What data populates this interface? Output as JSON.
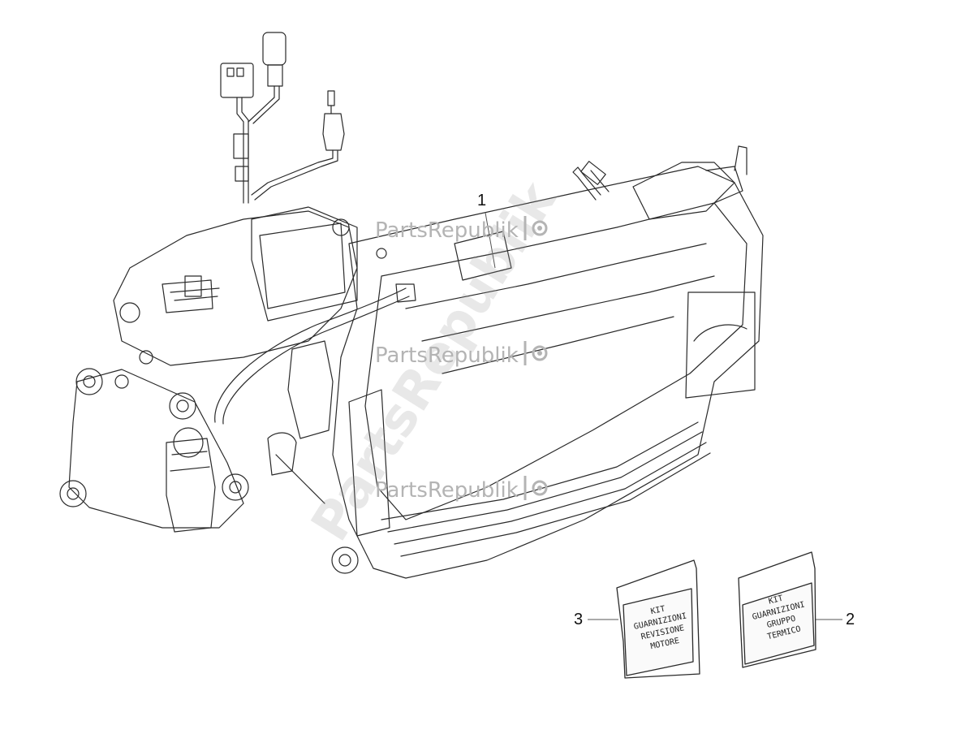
{
  "watermark": {
    "text": "PartsRepublik",
    "gear_icon": "gear-icon",
    "color": "#b4b4b4"
  },
  "callouts": {
    "engine": "1",
    "kit_gruppo_termico": "2",
    "kit_revisione_motore": "3"
  },
  "kits": {
    "left": {
      "lines": [
        "KIT",
        "GUARNIZIONI",
        "REVISIONE",
        "MOTORE"
      ]
    },
    "right": {
      "lines": [
        "KIT",
        "GUARNIZIONI",
        "GRUPPO",
        "TERMICO"
      ]
    }
  },
  "engine_logo_icon": "vespa-script-logo-icon"
}
